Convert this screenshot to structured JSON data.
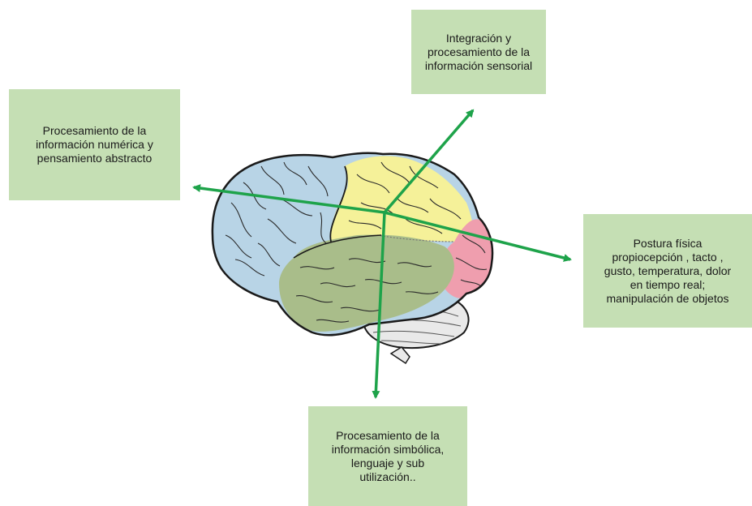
{
  "colors": {
    "box_fill": "#c5dfb4",
    "arrow": "#1ea34a",
    "frontal_lobe": "#b8d4e6",
    "parietal_lobe": "#f5f199",
    "temporal_lobe": "#a9bd8a",
    "occipital_lobe": "#ef9eae",
    "cerebellum": "#e9e9e9",
    "outline": "#1a1a1a"
  },
  "icons": {
    "brain": "brain-illustration-icon",
    "arrow": "arrow-head-icon"
  },
  "boxes": {
    "top": {
      "lines": [
        "Integración y",
        "procesamiento de la",
        "información sensorial"
      ]
    },
    "left": {
      "lines": [
        "Procesamiento de la",
        "información numérica y",
        "pensamiento abstracto"
      ]
    },
    "right": {
      "lines": [
        "Postura física",
        "propiocepción , tacto ,",
        "gusto, temperatura, dolor",
        "en tiempo real;",
        "manipulación de objetos"
      ]
    },
    "bottom": {
      "lines": [
        "Procesamiento de la",
        "información simbólica,",
        "lenguaje y sub",
        "utilización.."
      ]
    }
  }
}
